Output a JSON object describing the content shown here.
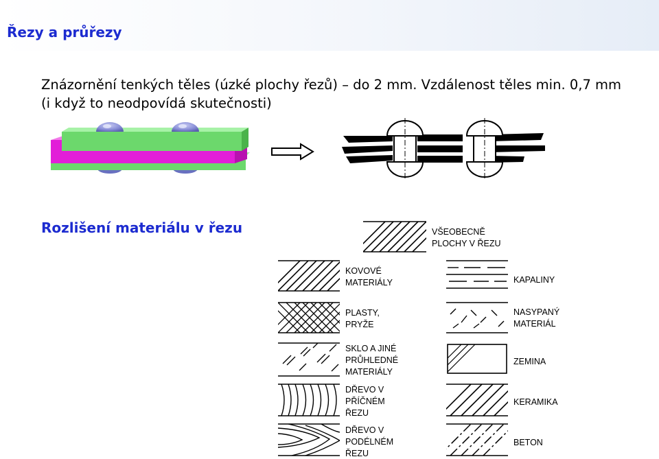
{
  "slide": {
    "title": "Řezy a průřezy",
    "paragraph_line1": "Znázornění tenkých těles (úzké plochy řezů) – do 2 mm. Vzdálenost těles min. 0,7 mm",
    "paragraph_line2": "(i když to neodpovídá skutečnosti)",
    "subtitle": "Rozlišení materiálu v řezu"
  },
  "legend": {
    "general": [
      "VŠEOBECNĚ",
      "PLOCHY V ŘEZU"
    ],
    "left": [
      {
        "lines": [
          "KOVOVÉ",
          "MATERIÁLY"
        ]
      },
      {
        "lines": [
          "PLASTY,",
          "PRYŽE"
        ]
      },
      {
        "lines": [
          "SKLO A JINÉ",
          "PRŮHLEDNÉ",
          "MATERIÁLY"
        ]
      },
      {
        "lines": [
          "DŘEVO V",
          "PŘÍČNÉM",
          "ŘEZU"
        ]
      },
      {
        "lines": [
          "DŘEVO V",
          "PODÉLNÉM",
          "ŘEZU"
        ]
      }
    ],
    "right": [
      {
        "lines": [
          "KAPALINY"
        ]
      },
      {
        "lines": [
          "NASYPANÝ",
          "MATERIÁL"
        ]
      },
      {
        "lines": [
          "ZEMINA"
        ]
      },
      {
        "lines": [
          "KERAMIKA"
        ]
      },
      {
        "lines": [
          "BETON"
        ]
      }
    ]
  },
  "colors": {
    "title": "#1c2bd0",
    "plate_green": "#6cd86c",
    "plate_magenta": "#e21ed8",
    "rivet": "#8a90d8"
  }
}
